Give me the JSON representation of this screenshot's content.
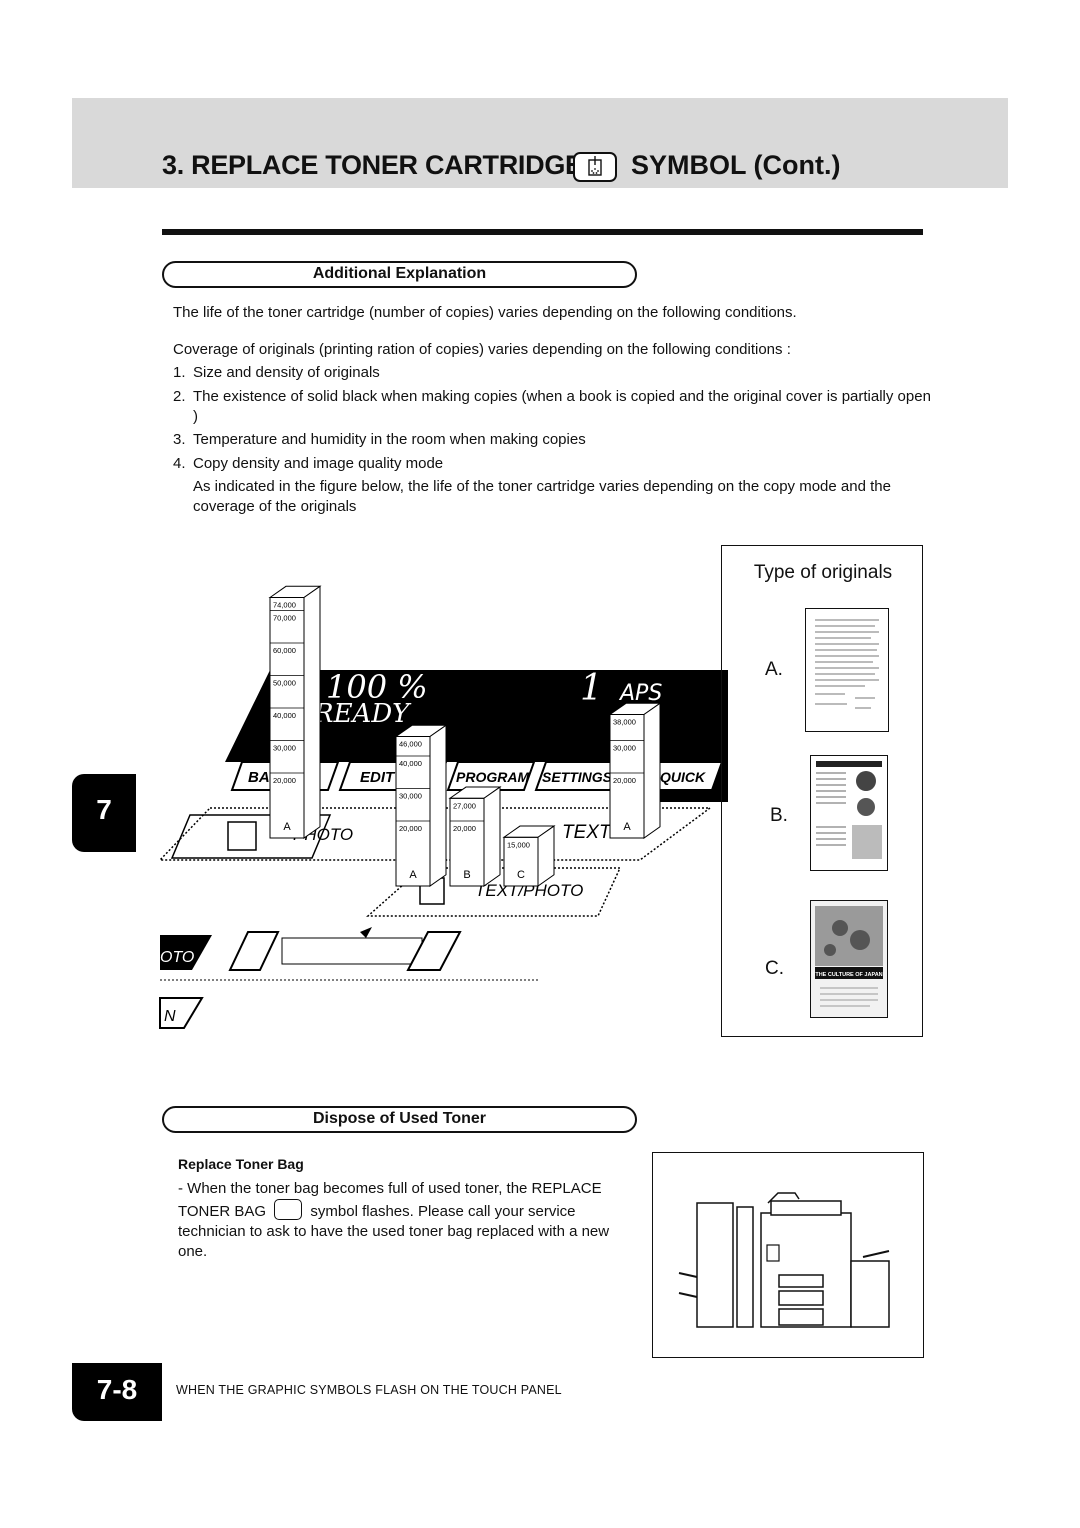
{
  "header": {
    "title": "3. REPLACE TONER CARTRIDGE",
    "title_suffix": "SYMBOL (Cont.)"
  },
  "additional": {
    "heading": "Additional Explanation",
    "life_text": "The life of the toner cartridge (number of copies) varies depending on the following conditions.",
    "coverage_text": "Coverage of originals (printing ration of copies) varies depending on the following conditions :",
    "items": [
      {
        "num": "1.",
        "text": "Size and density of originals"
      },
      {
        "num": "2.",
        "text": "The existence of solid black when making copies (when a book is copied and the original cover is partially open )"
      },
      {
        "num": "3.",
        "text": "Temperature and humidity in the room when making copies"
      },
      {
        "num": "4.",
        "text": "Copy density and image quality mode"
      }
    ],
    "indicated_text": "As indicated in the figure below, the life of the toner cartridge varies depending on the copy mode and the coverage of the originals"
  },
  "chart_data": {
    "type": "bar",
    "groups": [
      {
        "mode": "PHOTO",
        "bars": [
          {
            "label": "A",
            "value": 74000
          }
        ]
      },
      {
        "mode": "TEXT/PHOTO",
        "bars": [
          {
            "label": "A",
            "value": 46000
          },
          {
            "label": "B",
            "value": 27000
          },
          {
            "label": "C",
            "value": 15000
          }
        ]
      },
      {
        "mode": "TEXT",
        "bars": [
          {
            "label": "A",
            "value": 38000
          }
        ]
      }
    ],
    "tick_labels": {
      "photo_a": [
        "74,000",
        "70,000",
        "60,000",
        "50,000",
        "40,000",
        "30,000",
        "20,000"
      ],
      "textphoto_a": [
        "46,000",
        "40,000",
        "30,000",
        "20,000"
      ],
      "textphoto_b": [
        "27,000",
        "20,000"
      ],
      "textphoto_c": [
        "15,000"
      ],
      "text_a": [
        "38,000",
        "30,000",
        "20,000"
      ]
    },
    "panel_text": {
      "ratio": "100 %",
      "count": "1",
      "aps": "APS",
      "ready": "READY",
      "tabs": [
        "BASIC",
        "EDIT",
        "PROGRAM",
        "SETTINGS",
        "QUICK"
      ],
      "photo": "PHOTO",
      "text": "TEXT",
      "text_photo": "TEXT/PHOTO",
      "photo_fragment": "OTO",
      "bottom_fragment": "N"
    }
  },
  "types": {
    "title": "Type of originals",
    "letters": [
      "A.",
      "B.",
      "C."
    ],
    "sample_c_caption": "THE CULTURE OF JAPAN"
  },
  "dispose": {
    "heading": "Dispose of Used Toner",
    "subheading": "Replace Toner Bag",
    "text_before": "- When the toner bag becomes full of used toner, the REPLACE TONER BAG",
    "text_after": "symbol flashes. Please call your service technician to ask to have the used toner bag replaced with a new one."
  },
  "tabs": {
    "chapter": "7",
    "page": "7-8"
  },
  "footer": {
    "text": "WHEN THE GRAPHIC SYMBOLS FLASH ON THE TOUCH PANEL"
  }
}
